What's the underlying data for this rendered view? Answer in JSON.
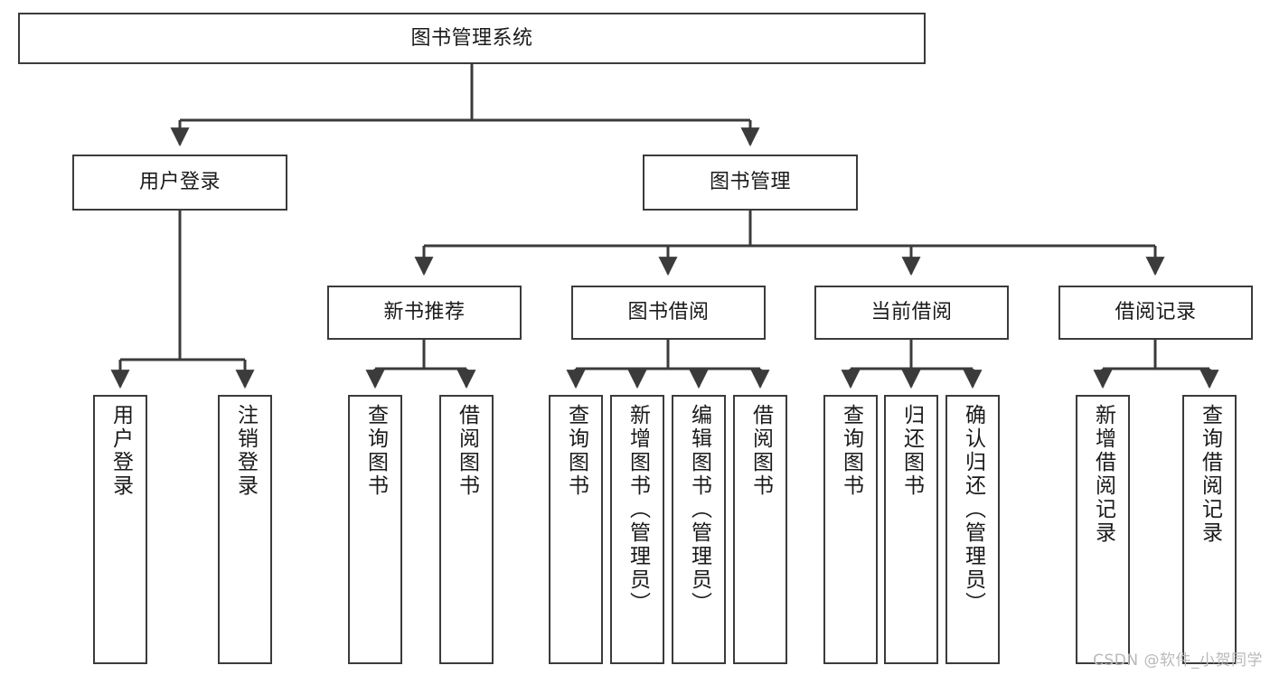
{
  "diagram": {
    "title": "图书管理系统",
    "watermark": "CSDN @软件_小贺同学",
    "colors": {
      "box_border": "#3b3b3b",
      "box_fill": "#ffffff",
      "connector": "#3b3b3b",
      "text": "#1a1a1a",
      "watermark": "#b9b9b9"
    },
    "levels": {
      "root": {
        "label": "图书管理系统"
      },
      "level2": [
        {
          "label": "用户登录"
        },
        {
          "label": "图书管理"
        }
      ],
      "level3": [
        {
          "label": "新书推荐"
        },
        {
          "label": "图书借阅"
        },
        {
          "label": "当前借阅"
        },
        {
          "label": "借阅记录"
        }
      ],
      "leaves": {
        "user_login": [
          {
            "label": "用户登录"
          },
          {
            "label": "注销登录"
          }
        ],
        "new_book_recommend": [
          {
            "label": "查询图书"
          },
          {
            "label": "借阅图书"
          }
        ],
        "book_borrow": [
          {
            "label": "查询图书"
          },
          {
            "label": "新增图书（管理员）"
          },
          {
            "label": "编辑图书（管理员）"
          },
          {
            "label": "借阅图书"
          }
        ],
        "current_borrow": [
          {
            "label": "查询图书"
          },
          {
            "label": "归还图书"
          },
          {
            "label": "确认归还（管理员）"
          }
        ],
        "borrow_records": [
          {
            "label": "新增借阅记录"
          },
          {
            "label": "查询借阅记录"
          }
        ]
      }
    }
  }
}
